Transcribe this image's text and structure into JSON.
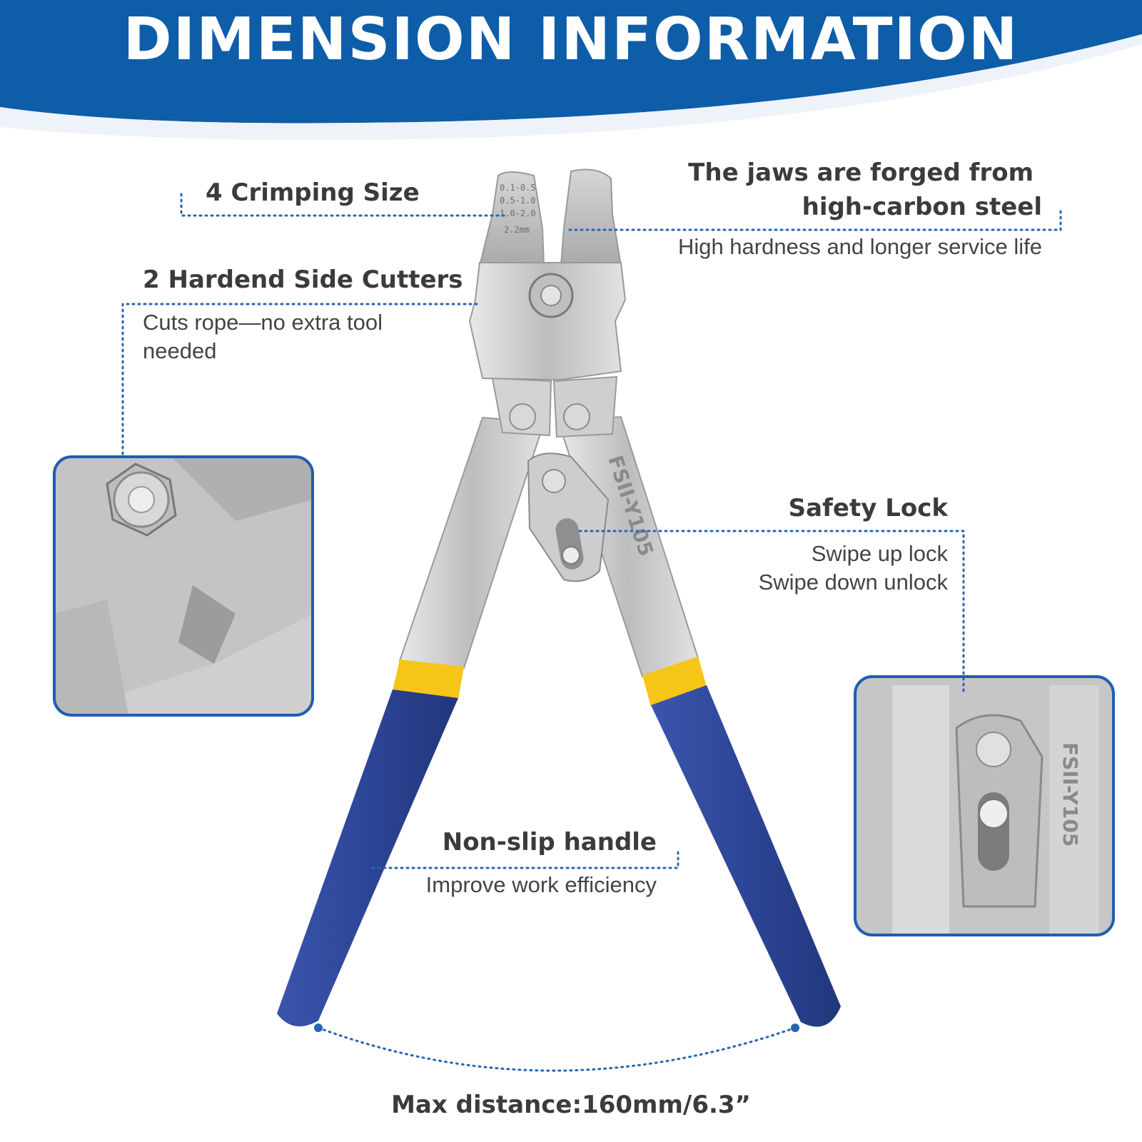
{
  "header": {
    "title": "DIMENSION INFORMATION",
    "color": "#0e5da8"
  },
  "callouts": {
    "crimping": {
      "title": "4 Crimping Size"
    },
    "jaws": {
      "title_line1": "The jaws are forged from",
      "title_line2": "high-carbon steel",
      "subtitle": "High hardness and longer service life"
    },
    "cutters": {
      "title": "2 Hardend Side Cutters",
      "line1": "Cuts rope—no extra tool",
      "line2": "needed"
    },
    "lock": {
      "title": "Safety Lock",
      "line1": "Swipe up lock",
      "line2": "Swipe down unlock"
    },
    "handle": {
      "title": "Non-slip handle",
      "subtitle": "Improve work efficiency"
    },
    "distance": {
      "title": "Max distance:160mm/6.3”"
    }
  },
  "tool": {
    "jaw_sizes": [
      "0.1-0.5",
      "0.5-1.0",
      "1.0-2.0",
      "2.2mm"
    ],
    "brand": "FSII-Y105",
    "handle_color": "#2f4aa0",
    "ring_color": "#f5c518",
    "steel_color": "#c9c9c9"
  },
  "colors": {
    "dotted_line": "#2566b4",
    "zoom_border": "#1d5fb0"
  }
}
